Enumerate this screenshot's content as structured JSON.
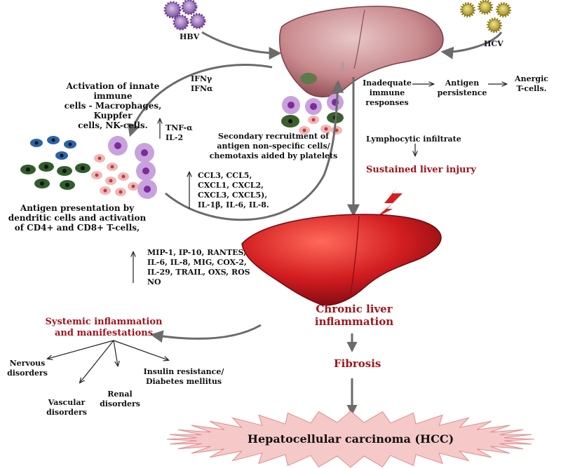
{
  "virus_labels": {
    "hbv": "HBV",
    "hcv": "HCV"
  },
  "innate_activation": "Activation of innate immune\ncells - Macrophages, Kuppfer\ncells, NK-cells.",
  "interferons": "IFNγ\nIFNα",
  "tnf_il2": "TNF-α\nIL-2",
  "secondary_recruitment": "Secondary recruitment of\nantigen non-specific cells/\nchemotaxis aided by platelets",
  "chemokines": "CCL3, CCL5,\nCXCL1, CXCL2,\nCXCL3, CXCL5),\nIL-1β, IL-6, IL-8.",
  "antigen_presentation": "Antigen presentation by\ndendritic cells and activation\nof CD4+ and CD8+ T-cells,",
  "adaptive_path": {
    "inadequate": "Inadequate\nimmune\nresponses",
    "persistence": "Antigen\npersistence",
    "anergic": "Anergic\nT-cells."
  },
  "lymphocytic_infiltrate": "Lymphocytic infiltrate",
  "sustained_injury": "Sustained liver injury",
  "mediators": "MIP-1, IP-10, RANTES,\nIL-6, IL-8, MIG, COX-2,\nIL-29, TRAIL, OXS, ROS\nNO",
  "chronic_inflammation": "Chronic liver\ninflammation",
  "fibrosis": "Fibrosis",
  "hcc": "Hepatocellular carcinoma (HCC)",
  "systemic": "Systemic inflammation\nand manifestations",
  "disorders": {
    "nervous": "Nervous\ndisorders",
    "vascular": "Vascular\ndisorders",
    "renal": "Renal\ndisorders",
    "insulin": "Insulin resistance/\nDiabetes mellitus"
  },
  "colors": {
    "accent_red": "#a0141c",
    "liver_top": "#c98a8e",
    "liver_bottom": "#cc1a1f",
    "arrow_gray": "#6b6b6b",
    "starburst": "#f6c9c9"
  }
}
